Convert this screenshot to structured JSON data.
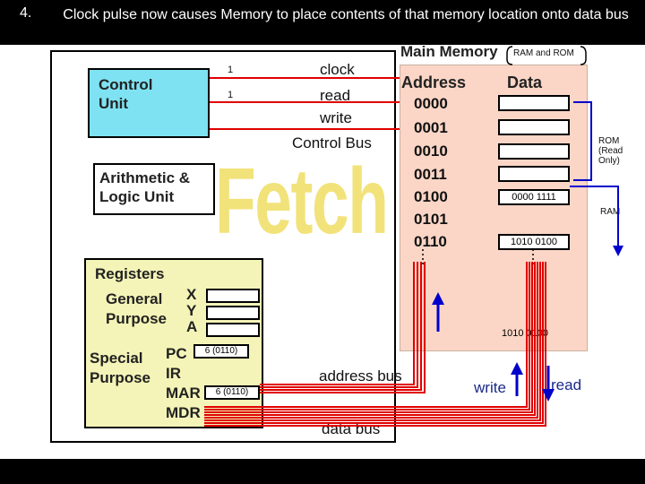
{
  "header": {
    "number": "4.",
    "text": "Clock pulse now causes Memory to place contents of that memory location onto data bus"
  },
  "control_unit": {
    "label": "Control Unit"
  },
  "alu": {
    "label": "Arithmetic & Logic Unit"
  },
  "watermark": {
    "text": "Fetch"
  },
  "registers": {
    "title": "Registers",
    "general_label": "General Purpose",
    "special_label": "Special Purpose",
    "general": [
      "X",
      "Y",
      "A"
    ],
    "special": [
      {
        "name": "PC",
        "value": "6 (0110)"
      },
      {
        "name": "IR",
        "value": ""
      },
      {
        "name": "MAR",
        "value": "6 (0110)"
      },
      {
        "name": "MDR",
        "value": ""
      }
    ]
  },
  "control_bus": {
    "clock_label": "clock",
    "clock_value": "1",
    "read_label": "read",
    "read_value": "1",
    "write_label": "write",
    "bus_label": "Control Bus"
  },
  "memory": {
    "title": "Main Memory",
    "title_note": "RAM and ROM",
    "address_header": "Address",
    "data_header": "Data",
    "addresses": [
      "0000",
      "0001",
      "0010",
      "0011",
      "0100",
      "0101",
      "0110"
    ],
    "data": [
      "",
      "",
      "",
      "",
      "0000 1111",
      "",
      "1010 0100"
    ],
    "rom_label": "ROM (Read Only)",
    "ram_label": "RAM",
    "bus_value": "1010 0100"
  },
  "buses": {
    "address_bus": "address bus",
    "data_bus": "data bus",
    "write": "write",
    "read": "read"
  },
  "colors": {
    "bus": "#e00000",
    "arrow": "#0000cc",
    "cyan": "#7ee2f2",
    "memory": "#fbd6c6",
    "watermark": "#f2e27a"
  }
}
